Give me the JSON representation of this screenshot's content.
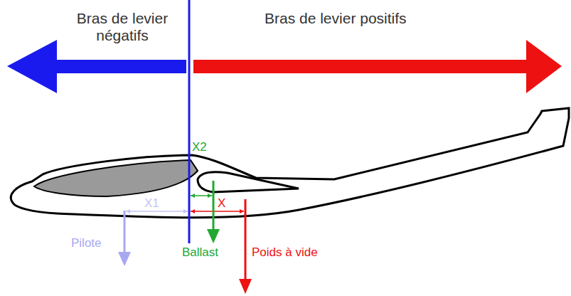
{
  "diagram": {
    "labels": [
      "Bras de levier négatifs",
      "Bras de levier positifs",
      "X2",
      "X1",
      "X",
      "Pilote",
      "Ballast",
      "Poids à vide"
    ]
  }
}
